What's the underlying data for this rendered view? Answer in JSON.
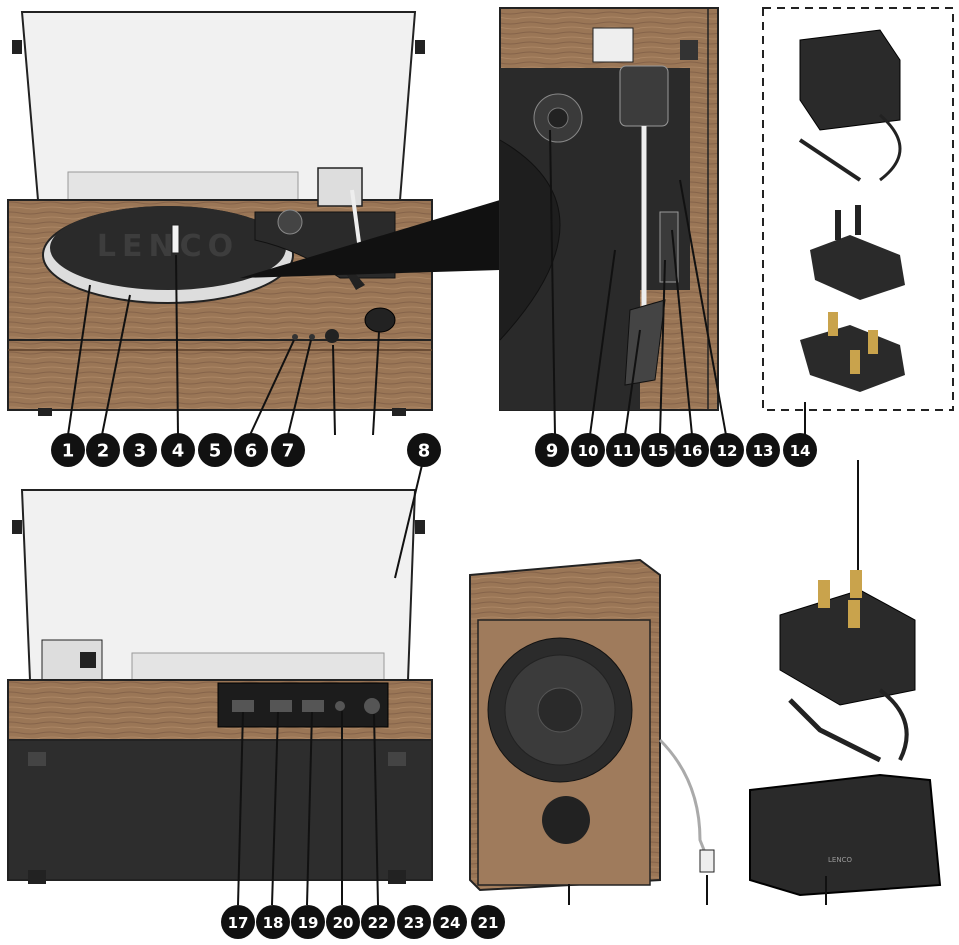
{
  "brand": {
    "turntable_logo": "LENCO",
    "pad_logo": "LENCO"
  },
  "colors": {
    "wood": "#9a7656",
    "wood_dark": "#7d5c40",
    "platter": "#2a2a2a",
    "badge": "#111111",
    "lid": "#f2f2f2",
    "outline": "#1a1a1a"
  },
  "callouts": {
    "front_row": [
      "1",
      "2",
      "3",
      "4",
      "5",
      "6",
      "7"
    ],
    "lid_label": "8",
    "detail_row": [
      "9",
      "10",
      "11",
      "15",
      "16",
      "12",
      "13",
      "14"
    ],
    "back_row": [
      "17",
      "18",
      "19",
      "20",
      "22",
      "23",
      "24",
      "21"
    ]
  },
  "icons": [
    "turntable-front-view",
    "tonearm-detail-view",
    "power-adapter-eu-uk-plugs",
    "turntable-back-view",
    "speaker",
    "uk-power-adapter",
    "remote-pad"
  ]
}
